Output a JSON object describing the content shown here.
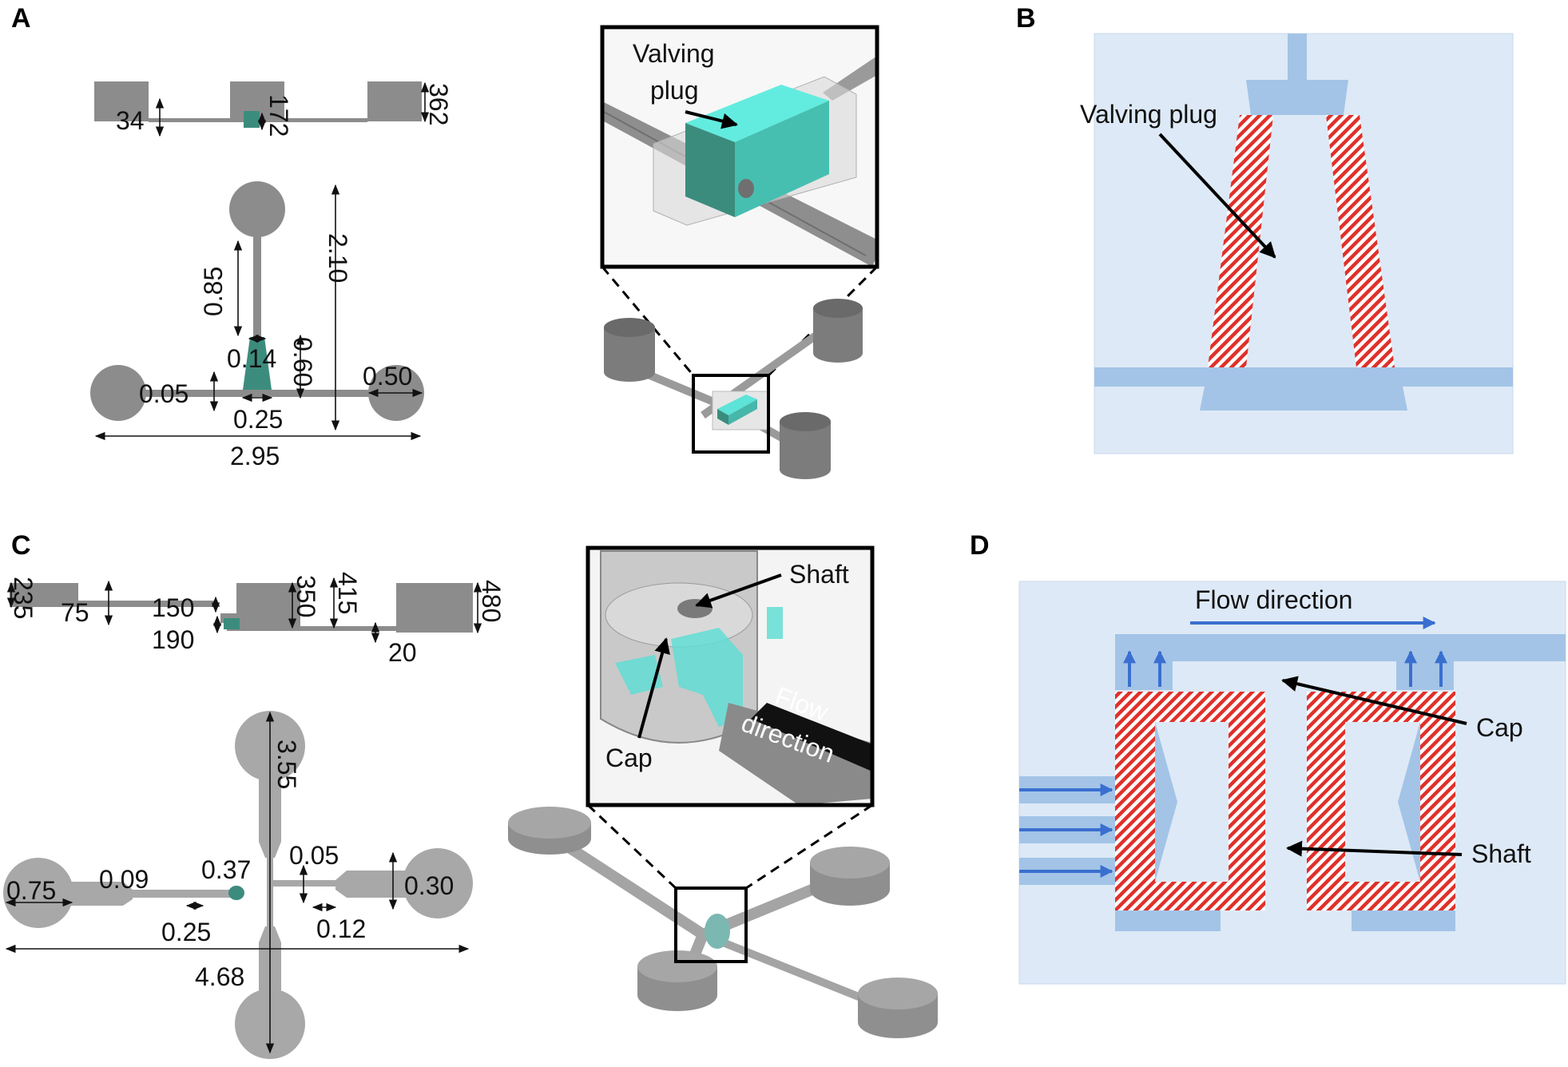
{
  "panels": {
    "a": "A",
    "b": "B",
    "c": "C",
    "d": "D"
  },
  "panel_a": {
    "side_dims": [
      "34",
      "172",
      "362"
    ],
    "top_dims": [
      "2.10",
      "0.85",
      "0.14",
      "0.60",
      "0.05",
      "0.50",
      "0.25",
      "2.95"
    ],
    "inset_label_line1": "Valving",
    "inset_label_line2": "plug"
  },
  "panel_b": {
    "label": "Valving plug"
  },
  "panel_c": {
    "side_dims": [
      "235",
      "75",
      "150",
      "190",
      "350",
      "415",
      "20",
      "480"
    ],
    "top_dims": [
      "3.55",
      "0.05",
      "0.37",
      "0.09",
      "0.75",
      "0.30",
      "0.25",
      "0.12",
      "4.68"
    ],
    "inset_shaft": "Shaft",
    "inset_cap": "Cap",
    "inset_flow_line1": "Flow",
    "inset_flow_line2": "direction"
  },
  "panel_d": {
    "flow_label": "Flow direction",
    "cap_label": "Cap",
    "shaft_label": "Shaft"
  },
  "colors": {
    "device_gray": "#8c8c8c",
    "plug_cyan": "#5de3d8",
    "plug_dark_teal": "#3c8c7e",
    "channel_blue": "#a3c4e7",
    "background_blue": "#dde9f6",
    "hatch_red": "#e0302a",
    "flow_arrow_blue": "#3a6fd0"
  }
}
